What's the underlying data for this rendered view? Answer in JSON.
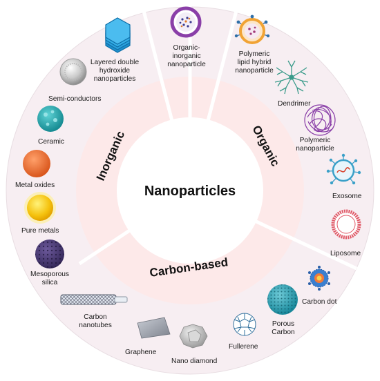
{
  "center_title": "Nanoparticles",
  "categories": {
    "organic": "Organic",
    "inorganic": "Inorganic",
    "carbon": "Carbon-based"
  },
  "organic_items": {
    "organic_inorganic": [
      "Organic-",
      "inorganic",
      "nanoparticle"
    ],
    "polymeric_lipid_hybrid": [
      "Polymeric",
      "lipid hybrid",
      "nanoparticle"
    ],
    "dendrimer": [
      "Dendrimer"
    ],
    "polymeric_nanoparticle": [
      "Polymeric",
      "nanoparticle"
    ],
    "exosome": [
      "Exosome"
    ],
    "liposome": [
      "Liposome"
    ]
  },
  "inorganic_items": {
    "layered_double_hydroxide": [
      "Layered double",
      "hydroxide",
      "nanoparticles"
    ],
    "semi_conductors": [
      "Semi-conductors"
    ],
    "ceramic": [
      "Ceramic"
    ],
    "metal_oxides": [
      "Metal oxides"
    ],
    "pure_metals": [
      "Pure metals"
    ],
    "mesoporous_silica": [
      "Mesoporous",
      "silica"
    ]
  },
  "carbon_items": {
    "carbon_nanotubes": [
      "Carbon",
      "nanotubes"
    ],
    "graphene": [
      "Graphene"
    ],
    "nano_diamond": [
      "Nano diamond"
    ],
    "fullerene": [
      "Fullerene"
    ],
    "porous_carbon": [
      "Porous",
      "Carbon"
    ],
    "carbon_dot": [
      "Carbon dot"
    ]
  },
  "colors": {
    "outer_ring": "#f7eef2",
    "inner_ring": "#fde8e8",
    "ring_border": "#e7d9df",
    "divider": "#ffffff",
    "ceramic": "#2ab3b8",
    "metal_oxide": "#f07a3a",
    "pure_metal": "#f6c21a",
    "silica": "#4b3a78",
    "porous_carbon": "#2aa3b6",
    "liposome": "#e05a68",
    "polymeric": "#8a3fa8",
    "dendrimer": "#3a9b8a",
    "exosome": "#3aa0c8",
    "ldh": "#2a9fd8"
  }
}
